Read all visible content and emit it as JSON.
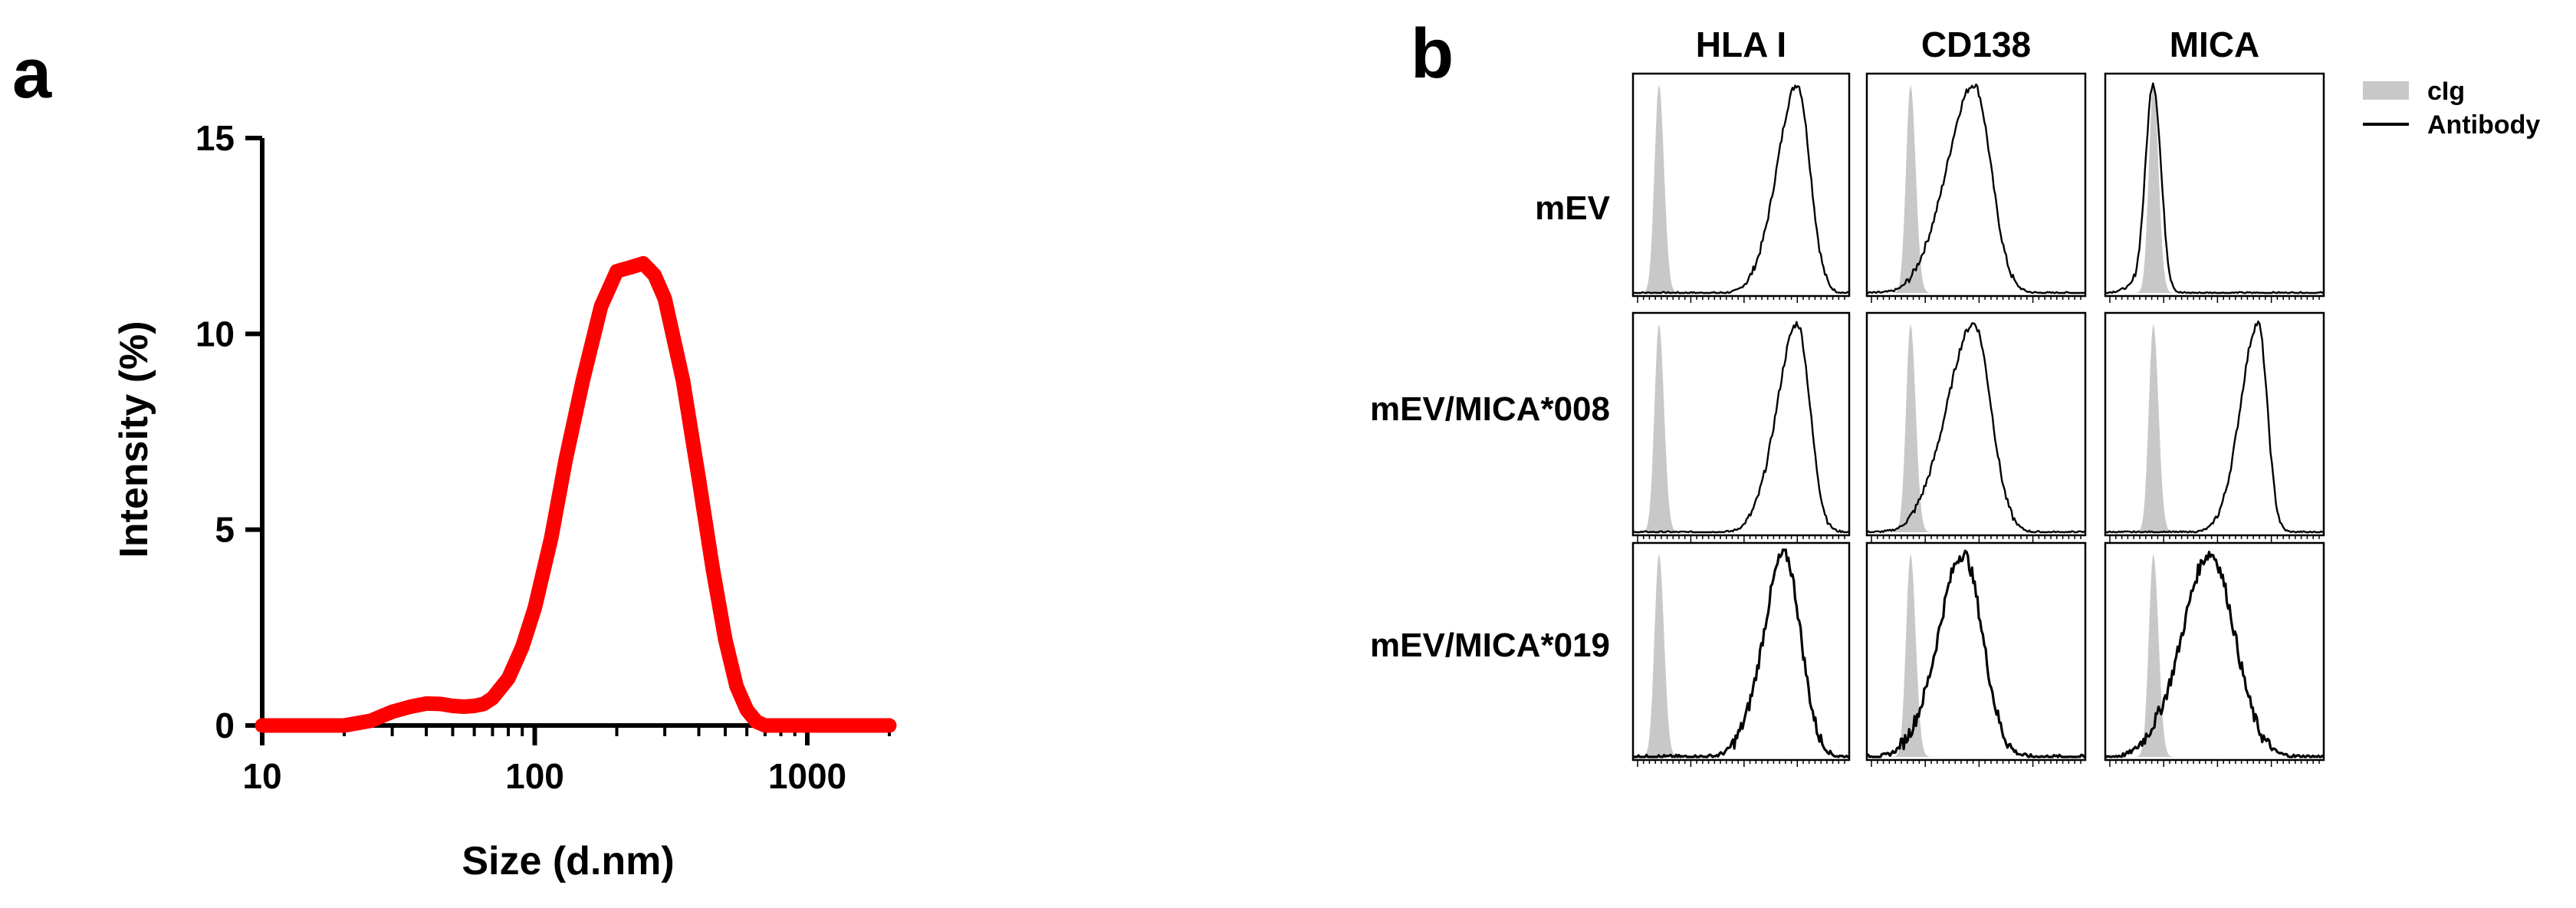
{
  "panels": {
    "a": "a",
    "b": "b"
  },
  "chart_data": [
    {
      "type": "line",
      "xlabel": "Size (d.nm)",
      "ylabel": "Intensity (%)",
      "x_scale": "log",
      "xlim": [
        10,
        2000
      ],
      "ylim": [
        0,
        15
      ],
      "x_ticks": [
        10,
        100,
        1000
      ],
      "y_ticks": [
        0,
        5,
        10,
        15
      ],
      "color": "#ff0000",
      "series": [
        {
          "x": [
            10,
            15,
            20,
            25,
            30,
            35,
            40,
            45,
            50,
            55,
            60,
            65,
            70,
            80,
            90,
            100,
            115,
            130,
            150,
            175,
            200,
            225,
            250,
            275,
            300,
            350,
            400,
            450,
            500,
            550,
            600,
            650,
            700,
            800,
            1000,
            1500,
            2000
          ],
          "y": [
            0,
            0,
            0,
            0.12,
            0.35,
            0.48,
            0.56,
            0.55,
            0.5,
            0.48,
            0.5,
            0.55,
            0.7,
            1.2,
            2.0,
            3.0,
            4.8,
            6.8,
            8.8,
            10.7,
            11.6,
            11.7,
            11.8,
            11.5,
            10.9,
            8.8,
            6.3,
            4.0,
            2.2,
            1.0,
            0.4,
            0.1,
            0.0,
            0,
            0,
            0,
            0
          ]
        }
      ]
    },
    {
      "type": "histogram-grid",
      "columns": [
        "HLA I",
        "CD138",
        "MICA"
      ],
      "rows": [
        "mEV",
        "mEV/MICA*008",
        "mEV/MICA*019"
      ],
      "legend": [
        {
          "label": "cIg",
          "color": "#c8c8c8",
          "style": "filled"
        },
        {
          "label": "Antibody",
          "color": "#000000",
          "style": "line"
        }
      ],
      "histograms": [
        [
          {
            "iso": 0.12,
            "ab": 0.76,
            "ab_w": 0.075,
            "ab_skew": -1,
            "noise": 0
          },
          {
            "iso": 0.2,
            "ab": 0.49,
            "ab_w": 0.1,
            "ab_skew": -1,
            "noise": 0
          },
          {
            "iso": 0.22,
            "ab": 0.22,
            "ab_w": 0.035,
            "ab_skew": 0,
            "noise": 0,
            "overlap": true
          }
        ],
        [
          {
            "iso": 0.12,
            "ab": 0.76,
            "ab_w": 0.075,
            "ab_skew": -1,
            "noise": 0
          },
          {
            "iso": 0.2,
            "ab": 0.49,
            "ab_w": 0.1,
            "ab_skew": -1,
            "noise": 0
          },
          {
            "iso": 0.22,
            "ab": 0.7,
            "ab_w": 0.06,
            "ab_skew": -1.4,
            "noise": 0
          }
        ],
        [
          {
            "iso": 0.12,
            "ab": 0.7,
            "ab_w": 0.085,
            "ab_skew": -0.5,
            "noise": 1
          },
          {
            "iso": 0.2,
            "ab": 0.44,
            "ab_w": 0.1,
            "ab_skew": -0.5,
            "noise": 1
          },
          {
            "iso": 0.22,
            "ab": 0.48,
            "ab_w": 0.12,
            "ab_skew": -0.3,
            "noise": 1
          }
        ]
      ]
    }
  ]
}
